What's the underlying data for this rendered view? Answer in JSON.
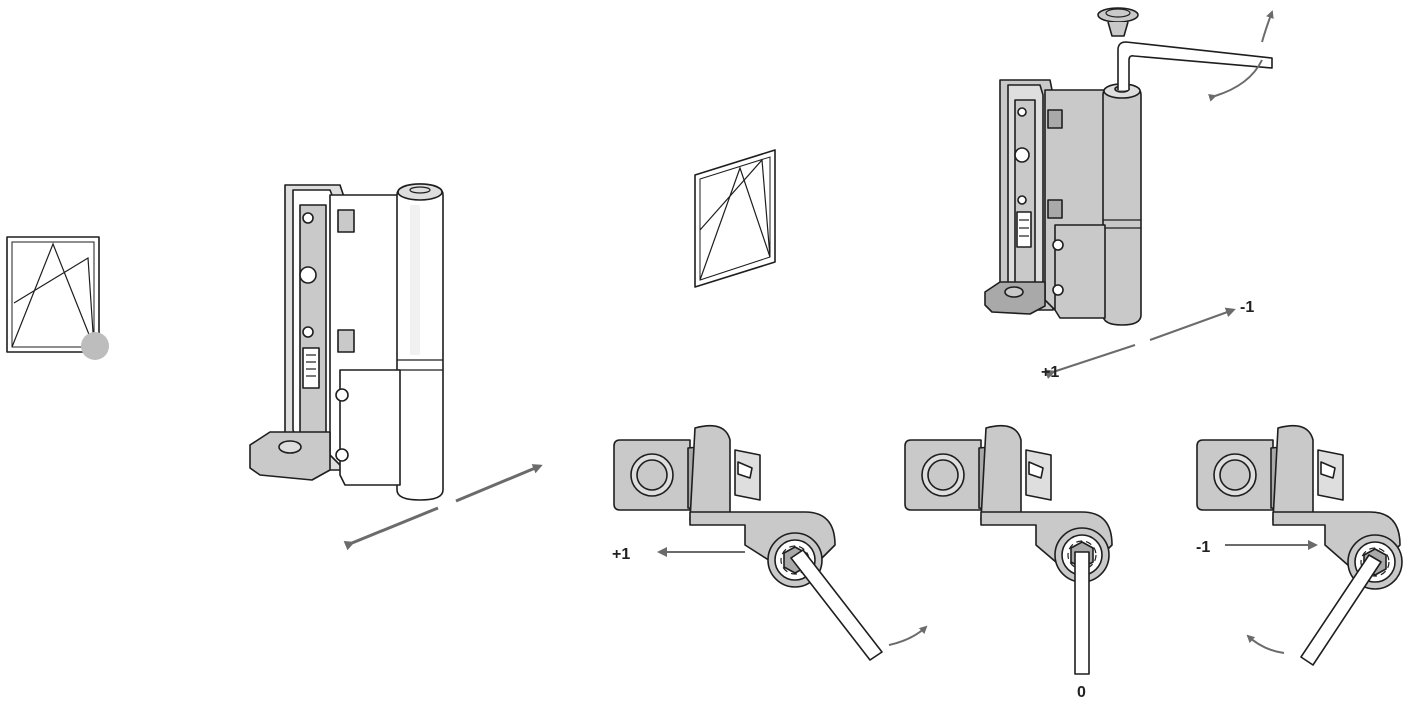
{
  "labels": {
    "top_minus": "-1",
    "top_plus": "+1",
    "bottom_plus": "+1",
    "bottom_zero": "0",
    "bottom_minus": "-1"
  },
  "colors": {
    "arrow": "#6b6b6b",
    "metal": "#c9c9c9",
    "outline": "#1e1e1e",
    "marker": "#bdbdbd"
  }
}
